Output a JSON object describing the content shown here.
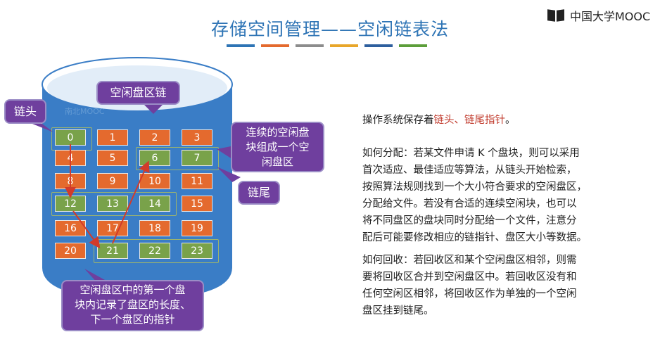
{
  "header": {
    "title": "存储空间管理——空闲链表法",
    "stripe_colors": [
      "#2e74b5",
      "#e46a2e",
      "#8c8c8c",
      "#e8a62a",
      "#2e5f9e",
      "#5c9e3a"
    ]
  },
  "logo": {
    "text": "中国大学MOOC",
    "icon": "mooc-book-icon"
  },
  "diagram": {
    "blocks": [
      "0",
      "1",
      "2",
      "3",
      "4",
      "5",
      "6",
      "7",
      "8",
      "9",
      "10",
      "11",
      "12",
      "13",
      "14",
      "15",
      "16",
      "17",
      "18",
      "19",
      "20",
      "21",
      "22",
      "23"
    ],
    "free_blocks": [
      "0",
      "6",
      "7",
      "12",
      "13",
      "14",
      "21",
      "22",
      "23"
    ],
    "watermark": "南北MOOC",
    "callouts": {
      "free_chain": "空闲盘区链",
      "chain_head": "链头",
      "contiguous_line1": "连续的空闲盘",
      "contiguous_line2": "块组成一个空",
      "contiguous_line3": "闲盘区",
      "chain_tail": "链尾",
      "first_block_line1": "空闲盘区中的第一个盘",
      "first_block_line2": "块内记录了盘区的长度、",
      "first_block_line3": "下一个盘区的指针"
    }
  },
  "text": {
    "p1_prefix": "操作系统保存着",
    "p1_highlight": "链头、链尾指针",
    "p1_suffix": "。",
    "p2_lines": [
      "如何分配：若某文件申请 K 个盘块，则可以采用",
      "首次适应、最佳适应等算法，从链头开始检索，",
      "按照算法规则找到一个大小符合要求的空闲盘区，",
      "分配给文件。若没有合适的连续空闲块，也可以",
      "将不同盘区的盘块同时分配给一个文件，注意分",
      "配后可能要修改相应的链指针、盘区大小等数据。"
    ],
    "p3_lines": [
      "如何回收：若回收区和某个空闲盘区相邻，则需",
      "要将回收区合并到空闲盘区中。若回收区没有和",
      "任何空闲区相邻，将回收区作为单独的一个空闲",
      "盘区挂到链尾。"
    ]
  }
}
